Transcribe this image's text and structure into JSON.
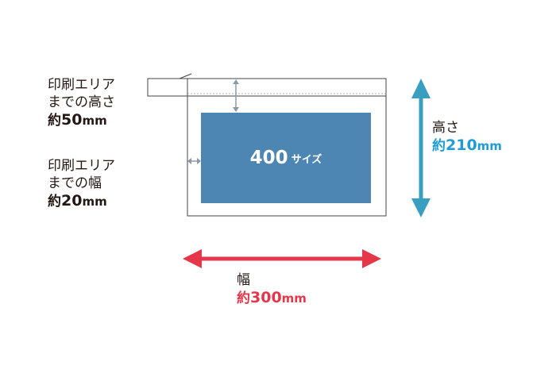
{
  "top_margin_label": {
    "line1": "印刷エリア",
    "line2": "までの高さ",
    "prefix": "約",
    "value": "50",
    "unit": "mm"
  },
  "side_margin_label": {
    "line1": "印刷エリア",
    "line2": "までの幅",
    "prefix": "約",
    "value": "20",
    "unit": "mm"
  },
  "height_label": {
    "caption": "高さ",
    "prefix": "約",
    "value": "210",
    "unit": "mm"
  },
  "width_label": {
    "caption": "幅",
    "prefix": "約",
    "value": "300",
    "unit": "mm"
  },
  "print_area": {
    "size": "400",
    "suffix": "サイズ"
  },
  "colors": {
    "print_area": "#4d86b2",
    "height_arrow": "#3a9ec0",
    "width_arrow": "#e4374a",
    "height_text": "#1f9bd7",
    "width_text": "#e4374a",
    "gap_arrow": "#8c9aa6"
  }
}
